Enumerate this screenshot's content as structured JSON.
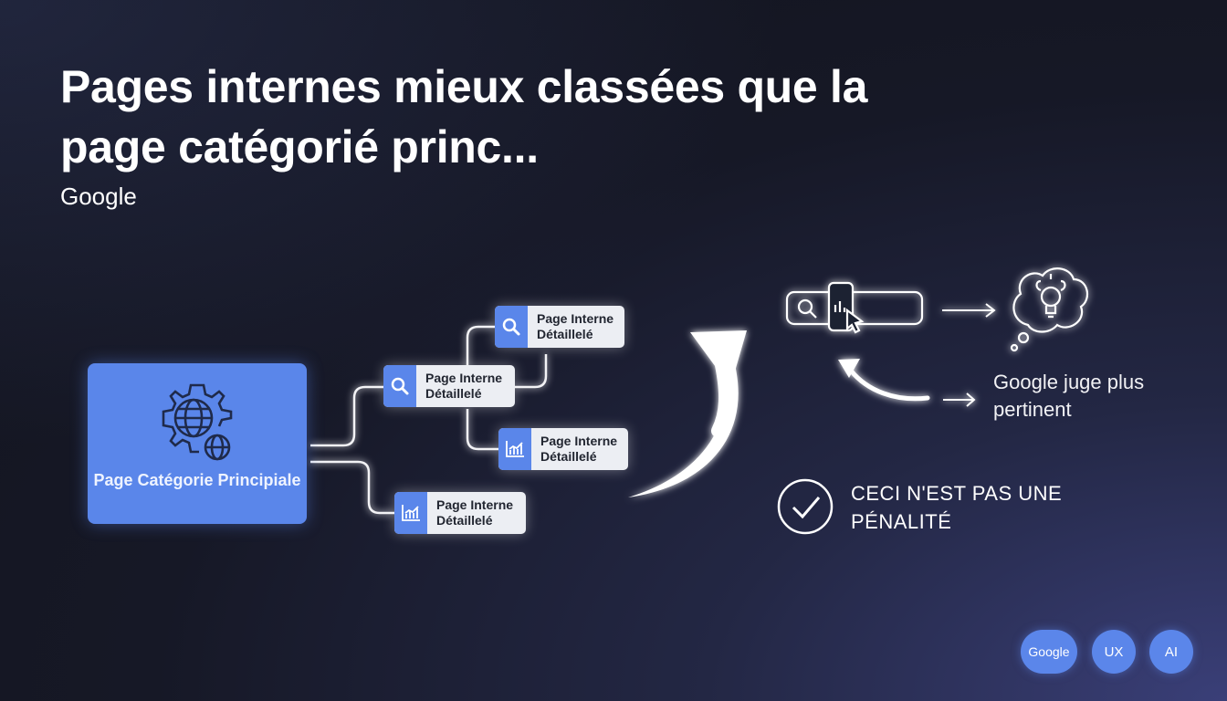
{
  "title": "Pages internes mieux classées que la page catégorié princ...",
  "subtitle": "Google",
  "main_node": {
    "label": "Page Catégorie Principiale",
    "icon": "gear-globe-icon",
    "color": "#5a86ea"
  },
  "cards": [
    {
      "line1": "Page Interne",
      "line2": "Détaillelé",
      "icon": "search-icon"
    },
    {
      "line1": "Page Interne",
      "line2": "Détaillelé",
      "icon": "search-icon"
    },
    {
      "line1": "Page Interne",
      "line2": "Détaillelé",
      "icon": "chart-icon"
    },
    {
      "line1": "Page Interne",
      "line2": "Détaillelé",
      "icon": "chart-icon"
    }
  ],
  "flow": {
    "search_icon": "search-bar-phone-icon",
    "brain_icon": "thought-bubble-brain-icon",
    "label": "Google juge plus pertinent"
  },
  "conclusion": {
    "icon": "check-circle-icon",
    "text": "CECI N'EST PAS UNE PÉNALITÉ"
  },
  "tags": [
    "Google",
    "UX",
    "AI"
  ],
  "colors": {
    "accent": "#5a86ea",
    "card_bg": "#eceef3"
  }
}
